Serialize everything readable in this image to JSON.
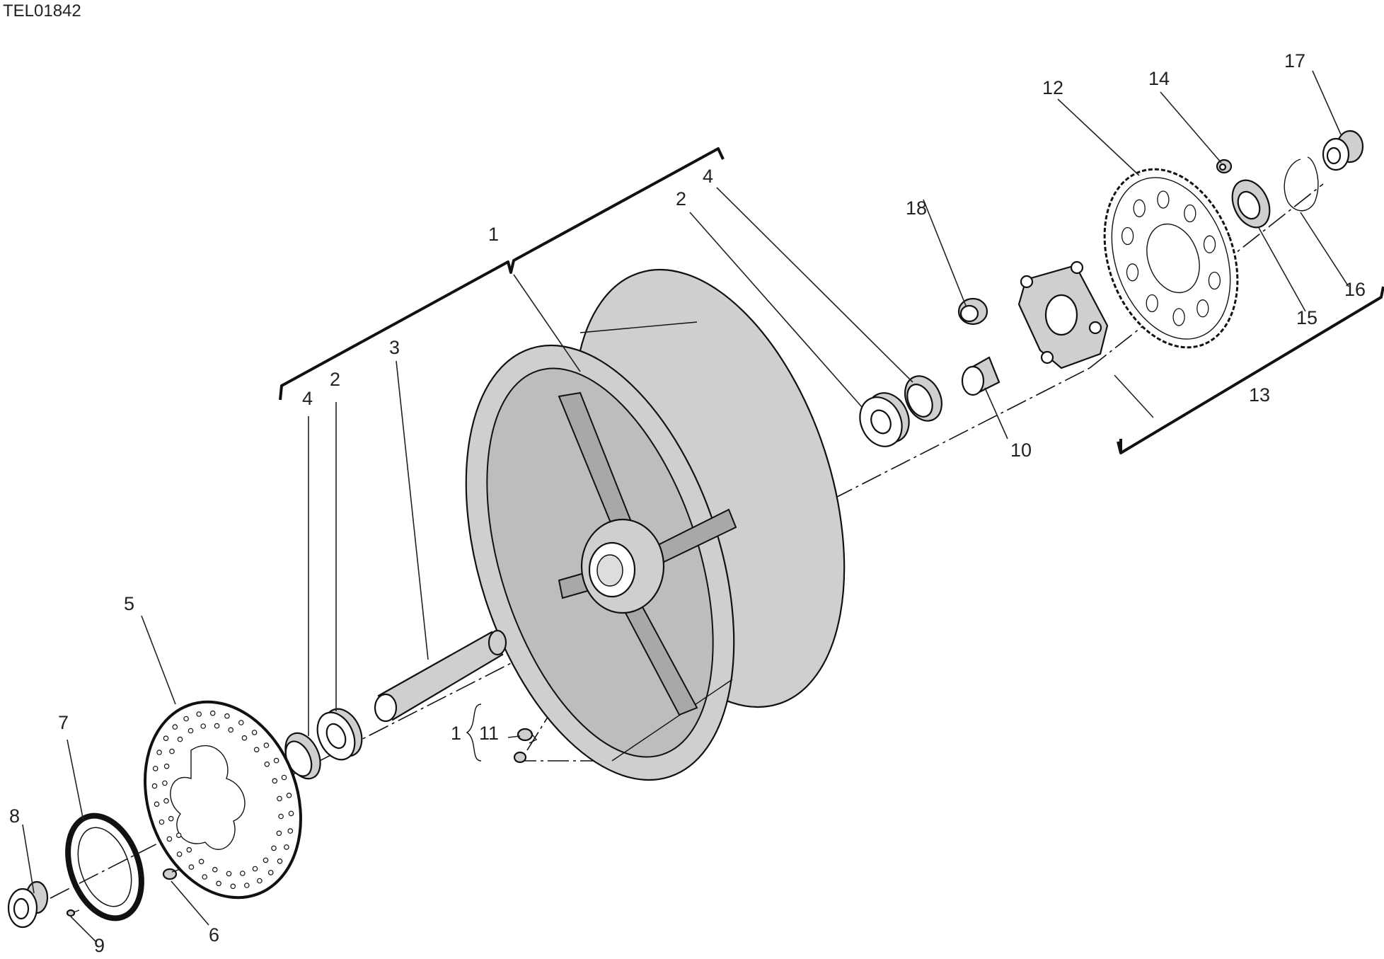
{
  "document_code": "TEL01842",
  "callouts": {
    "c1_top": "1",
    "c2_left": "2",
    "c3": "3",
    "c4_left": "4",
    "c5": "5",
    "c6": "6",
    "c7": "7",
    "c8": "8",
    "c9": "9",
    "c2_right": "2",
    "c4_right": "4",
    "c10": "10",
    "c11": "11",
    "c1_group": "1",
    "c12": "12",
    "c13": "13",
    "c14": "14",
    "c15": "15",
    "c16": "16",
    "c17": "17",
    "c18": "18"
  }
}
